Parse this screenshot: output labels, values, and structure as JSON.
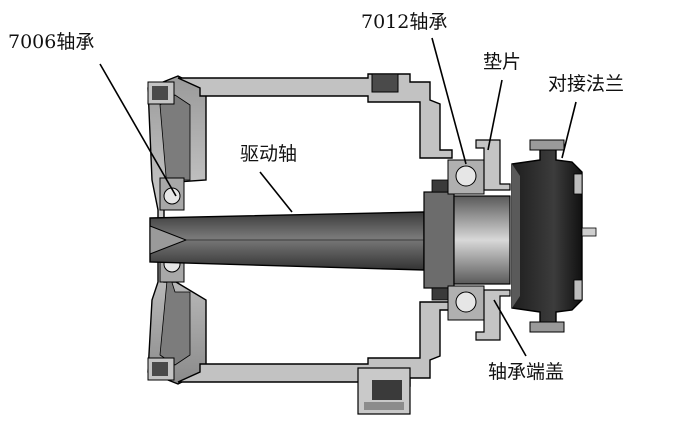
{
  "labels": {
    "bearing_7006": "7006轴承",
    "bearing_7012": "7012轴承",
    "gasket": "垫片",
    "docking_flange": "对接法兰",
    "drive_shaft": "驱动轴",
    "bearing_end_cap": "轴承端盖"
  },
  "colors": {
    "shaft_dark": "#4d4d4d",
    "shaft_light": "#8c8c8c",
    "housing_fill": "#bfbfbf",
    "housing_dark": "#6b6b6b",
    "flange_dark": "#262626",
    "bearing_ball": "#e6e6e6",
    "line": "#000000"
  }
}
